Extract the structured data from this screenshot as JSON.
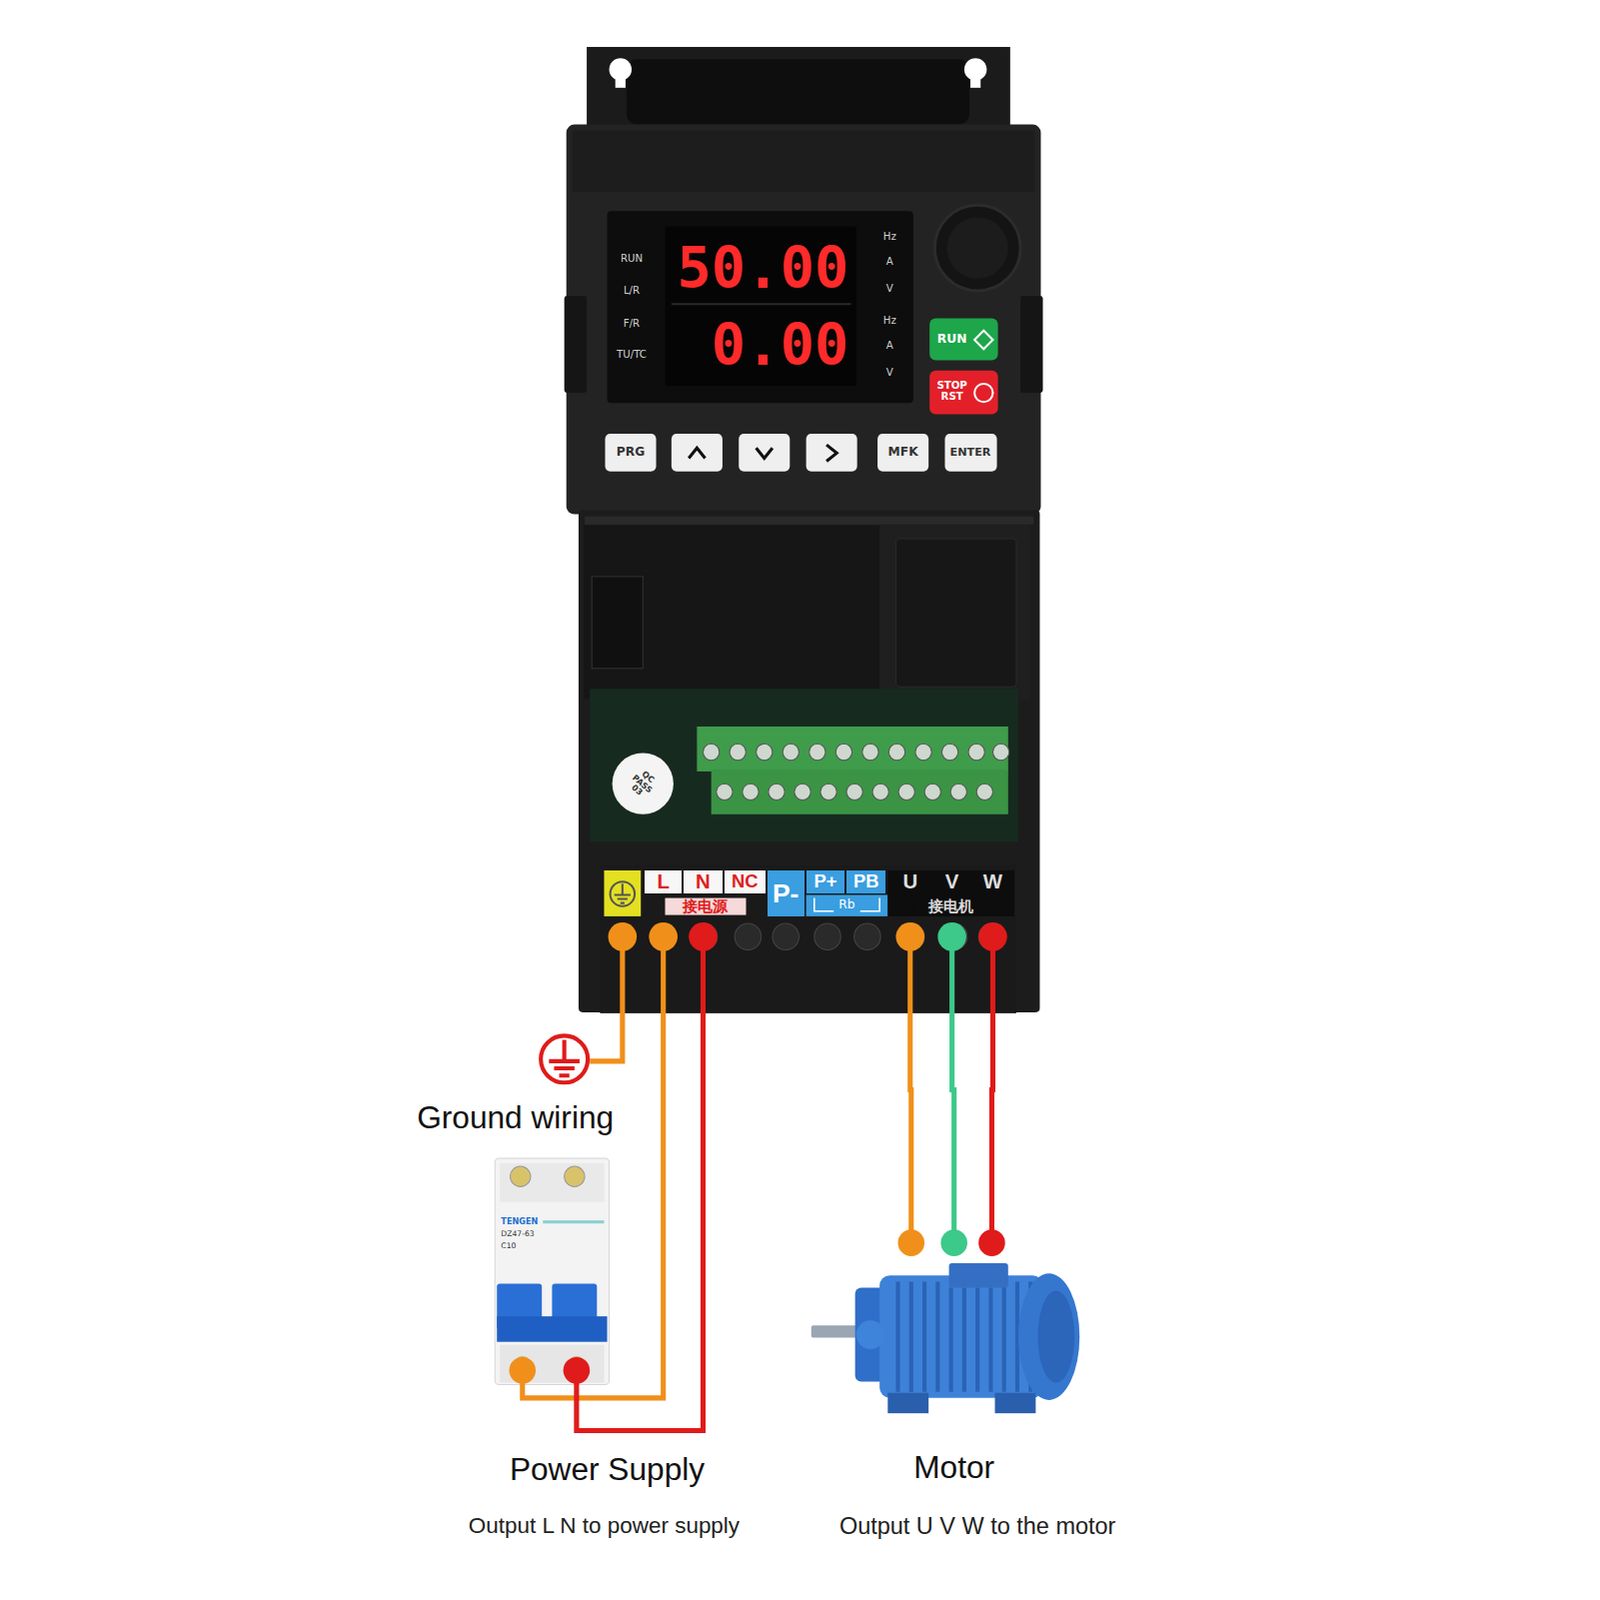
{
  "diagram": {
    "nodes": [
      {
        "text": [
          "L"
        ]
      },
      {
        "text": [
          "N"
        ]
      },
      {
        "text": [
          "NC"
        ]
      },
      {
        "text": [
          "P-"
        ]
      },
      {
        "text": [
          "P+"
        ]
      },
      {
        "text": [
          "PB"
        ]
      },
      {
        "text": [
          "U"
        ]
      },
      {
        "text": [
          "V"
        ]
      },
      {
        "text": [
          "W"
        ]
      },
      {
        "text": [
          "Power Supply",
          "Output L N to power supply"
        ]
      },
      {
        "text": [
          "Motor",
          "Output U V W to the motor"
        ]
      }
    ],
    "edges": [
      {
        "from": 0,
        "to": 9,
        "arrow": "none"
      },
      {
        "from": 1,
        "to": 9,
        "arrow": "none"
      },
      {
        "from": 6,
        "to": 10,
        "arrow": "none"
      },
      {
        "from": 7,
        "to": 10,
        "arrow": "none"
      },
      {
        "from": 8,
        "to": 10,
        "arrow": "none"
      }
    ],
    "labels": [
      "50.00",
      "0.00",
      "RUN",
      "L/R",
      "F/R",
      "TU/TC",
      "Hz",
      "A",
      "V",
      "Hz",
      "A",
      "V",
      "RUN",
      "STOP RST",
      "PRG",
      "MFK",
      "ENTER",
      "QC PASS 03",
      "接电源",
      "Rb",
      "接电机",
      "Ground wiring",
      "TENGEN",
      "DZ47-63",
      "C10"
    ]
  }
}
